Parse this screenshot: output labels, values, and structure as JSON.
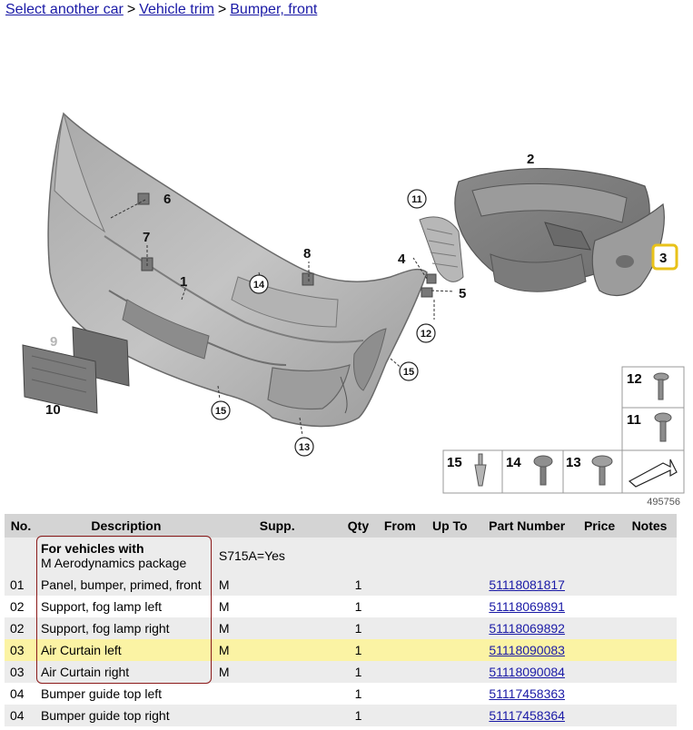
{
  "breadcrumb": {
    "items": [
      "Select another car",
      "Vehicle trim",
      "Bumper, front"
    ],
    "separator": ">"
  },
  "diagram": {
    "callouts": [
      "1",
      "2",
      "3",
      "4",
      "5",
      "6",
      "7",
      "8",
      "9",
      "10",
      "11",
      "12",
      "13",
      "14",
      "15"
    ],
    "highlighted_callout": "3",
    "highlight_color": "#e8c21a",
    "legend": [
      "12",
      "11",
      "15",
      "14",
      "13"
    ],
    "image_number": "495756"
  },
  "table": {
    "headers": [
      "No.",
      "Description",
      "Supp.",
      "Qty",
      "From",
      "Up To",
      "Part Number",
      "Price",
      "Notes"
    ],
    "group": {
      "title": "For vehicles with",
      "subtitle": "M Aerodynamics package",
      "supp": "S715A=Yes"
    },
    "rows": [
      {
        "no": "01",
        "desc": "Panel, bumper, primed, front",
        "supp": "M",
        "qty": "1",
        "pn": "51118081817"
      },
      {
        "no": "02",
        "desc": "Support, fog lamp left",
        "supp": "M",
        "qty": "1",
        "pn": "51118069891"
      },
      {
        "no": "02",
        "desc": "Support, fog lamp right",
        "supp": "M",
        "qty": "1",
        "pn": "51118069892"
      },
      {
        "no": "03",
        "desc": "Air Curtain left",
        "supp": "M",
        "qty": "1",
        "pn": "51118090083"
      },
      {
        "no": "03",
        "desc": "Air Curtain right",
        "supp": "M",
        "qty": "1",
        "pn": "51118090084"
      },
      {
        "no": "04",
        "desc": "Bumper guide top left",
        "supp": "",
        "qty": "1",
        "pn": "51117458363"
      },
      {
        "no": "04",
        "desc": "Bumper guide top right",
        "supp": "",
        "qty": "1",
        "pn": "51117458364"
      }
    ],
    "highlight_row_color": "#fbf3a4",
    "link_color": "#1a1aa6"
  }
}
